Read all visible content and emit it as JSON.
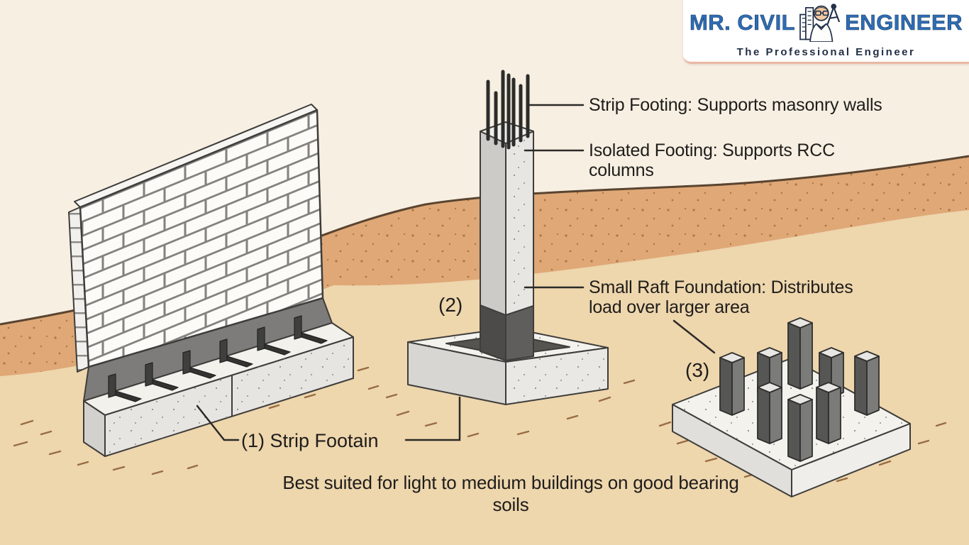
{
  "logo": {
    "title_left": "MR. CIVIL",
    "title_right": "ENGINEER",
    "tagline": "The Professional Engineer"
  },
  "annotations": {
    "strip_footing_label": "Strip Footing: Supports masonry walls",
    "isolated_footing_label": "Isolated Footing: Supports RCC columns",
    "raft_foundation_label": "Small Raft Foundation: Distributes load over larger area",
    "strip_footing_number_label": "(1) Strip Footain",
    "isolated_footing_marker": "(2)",
    "raft_foundation_marker": "(3)",
    "caption": "Best suited for light to medium buildings on good bearing soils"
  },
  "colors": {
    "background": "#f7efe2",
    "soil_dark": "#dfa876",
    "soil_light": "#eed6ad",
    "soil_outline": "#5a4430",
    "concrete_light": "#f2f1ec",
    "concrete_mid": "#cccbc7",
    "steel_dark": "#4a4a48",
    "text": "#1e1d1b",
    "logo_blue": "#2e6cb5",
    "logo_navy": "#22304a",
    "logo_accent": "#eab9a4"
  }
}
